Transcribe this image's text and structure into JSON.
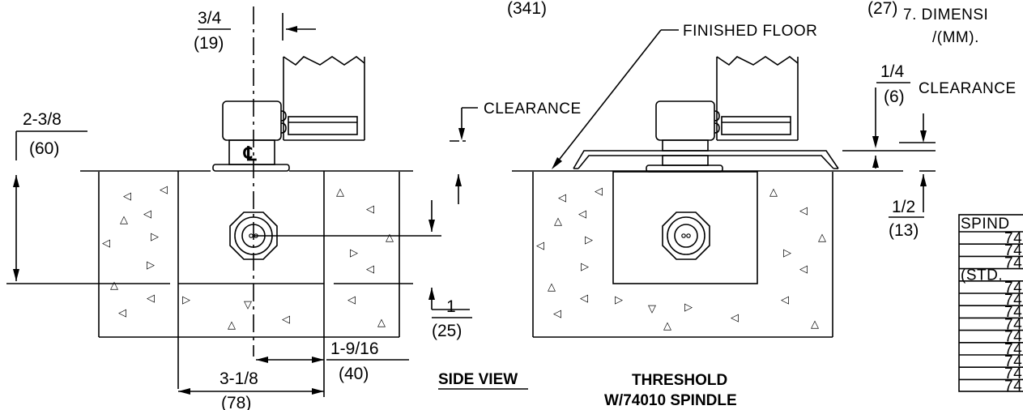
{
  "side_view": {
    "dim_top_num": "3/4",
    "dim_top_mm": "(19)",
    "dim_left_num": "2-3/8",
    "dim_left_mm": "(60)",
    "dim_right_num": "1",
    "dim_right_mm": "(25)",
    "dim_bottom_num": "3-1/8",
    "dim_bottom_mm": "(78)",
    "dim_offset_num": "1-9/16",
    "dim_offset_mm": "(40)",
    "clearance_label": "CLEARANCE",
    "centerline_symbol": "℄",
    "view_title": "SIDE VIEW"
  },
  "threshold_view": {
    "finished_floor_label": "FINISHED FLOOR",
    "clearance_top_num": "1/4",
    "clearance_top_mm": "(6)",
    "clearance_label": "CLEARANCE",
    "dim_num": "1/2",
    "dim_mm": "(13)",
    "title_line1": "THRESHOLD",
    "title_line2": "W/74010 SPINDLE"
  },
  "header_fragments": {
    "left_mm": "(341)",
    "right_mm": "(27)",
    "note_line1": "7. DIMENSI",
    "note_line2": "/(MM)."
  },
  "table": {
    "header": "SPIND",
    "rows": [
      "74",
      "74",
      "74",
      "(STD.",
      "74",
      "74",
      "74",
      "74",
      "74",
      "74",
      "74",
      "74",
      "74"
    ]
  }
}
